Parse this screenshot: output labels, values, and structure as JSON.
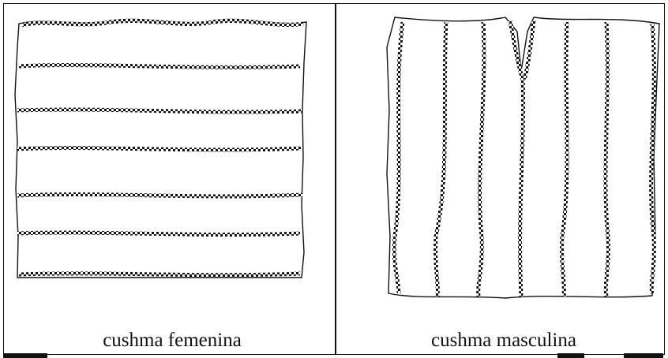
{
  "panels": [
    {
      "caption": "cushma femenina",
      "stripe_orientation": "horizontal"
    },
    {
      "caption": "cushma masculina",
      "stripe_orientation": "vertical"
    }
  ],
  "colors": {
    "line": "#111111",
    "background": "#ffffff"
  }
}
